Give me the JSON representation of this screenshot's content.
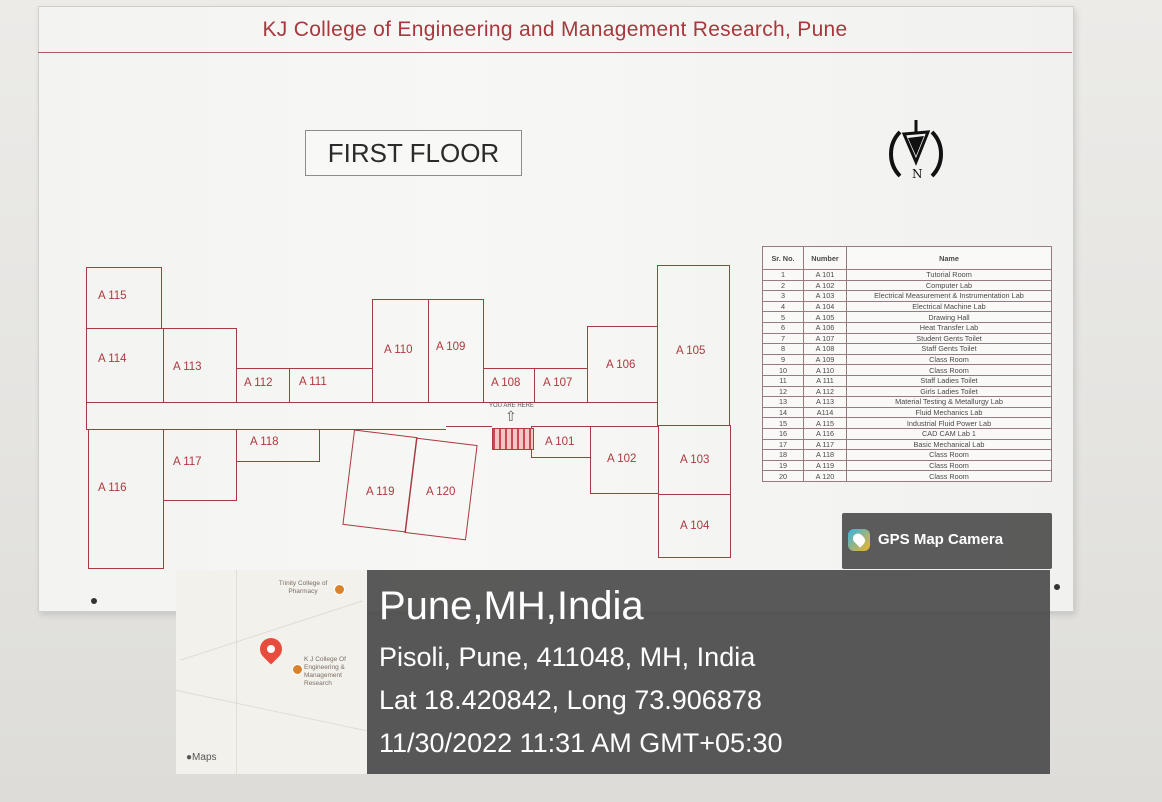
{
  "board": {
    "title": "KJ College of Engineering and Management Research, Pune",
    "floor_label": "FIRST FLOOR",
    "compass_letter": "N",
    "you_are_here": "YOU ARE HERE",
    "you_are_here_arrow": "⇧"
  },
  "rooms": [
    {
      "id": "A 115"
    },
    {
      "id": "A 114"
    },
    {
      "id": "A 113"
    },
    {
      "id": "A 112"
    },
    {
      "id": "A 111"
    },
    {
      "id": "A 110"
    },
    {
      "id": "A 109"
    },
    {
      "id": "A 108"
    },
    {
      "id": "A 107"
    },
    {
      "id": "A 106"
    },
    {
      "id": "A 105"
    },
    {
      "id": "A 118"
    },
    {
      "id": "A 117"
    },
    {
      "id": "A 116"
    },
    {
      "id": "A 119"
    },
    {
      "id": "A 120"
    },
    {
      "id": "A 101"
    },
    {
      "id": "A 102"
    },
    {
      "id": "A 103"
    },
    {
      "id": "A 104"
    }
  ],
  "legend": {
    "headers": [
      "Sr. No.",
      "Number",
      "Name"
    ],
    "rows": [
      [
        "1",
        "A 101",
        "Tutorial Room"
      ],
      [
        "2",
        "A 102",
        "Computer Lab"
      ],
      [
        "3",
        "A 103",
        "Electrical Measurement & Instrumentation Lab"
      ],
      [
        "4",
        "A 104",
        "Electrical Machine Lab"
      ],
      [
        "5",
        "A 105",
        "Drawing Hall"
      ],
      [
        "6",
        "A 106",
        "Heat Transfer Lab"
      ],
      [
        "7",
        "A 107",
        "Student Gents Toilet"
      ],
      [
        "8",
        "A 108",
        "Staff Gents Toilet"
      ],
      [
        "9",
        "A 109",
        "Class Room"
      ],
      [
        "10",
        "A 110",
        "Class Room"
      ],
      [
        "11",
        "A 111",
        "Staff Ladies Toilet"
      ],
      [
        "12",
        "A 112",
        "Girls Ladies Toilet"
      ],
      [
        "13",
        "A 113",
        "Material Testing & Metallurgy Lab"
      ],
      [
        "14",
        "A114",
        "Fluid Mechanics Lab"
      ],
      [
        "15",
        "A 115",
        "Industrial Fluid Power Lab"
      ],
      [
        "16",
        "A 116",
        "CAD CAM Lab 1"
      ],
      [
        "17",
        "A 117",
        "Basic Mechanical Lab"
      ],
      [
        "18",
        "A 118",
        "Class Room"
      ],
      [
        "19",
        "A 119",
        "Class Room"
      ],
      [
        "20",
        "A 120",
        "Class Room"
      ]
    ]
  },
  "gps": {
    "badge": "GPS Map Camera",
    "place": "Pune,MH,India",
    "address": "Pisoli, Pune, 411048, MH, India",
    "coords": "Lat 18.420842, Long 73.906878",
    "timestamp": "11/30/2022 11:31 AM GMT+05:30",
    "map": {
      "poi_1": "Trinity College of Pharmacy",
      "poi_2": "K J College Of Engineering & Management Research",
      "attribution": "Maps"
    }
  },
  "colors": {
    "plan_line": "#a83a40",
    "title_text": "#a8383d",
    "overlay_bg": "#484848"
  }
}
